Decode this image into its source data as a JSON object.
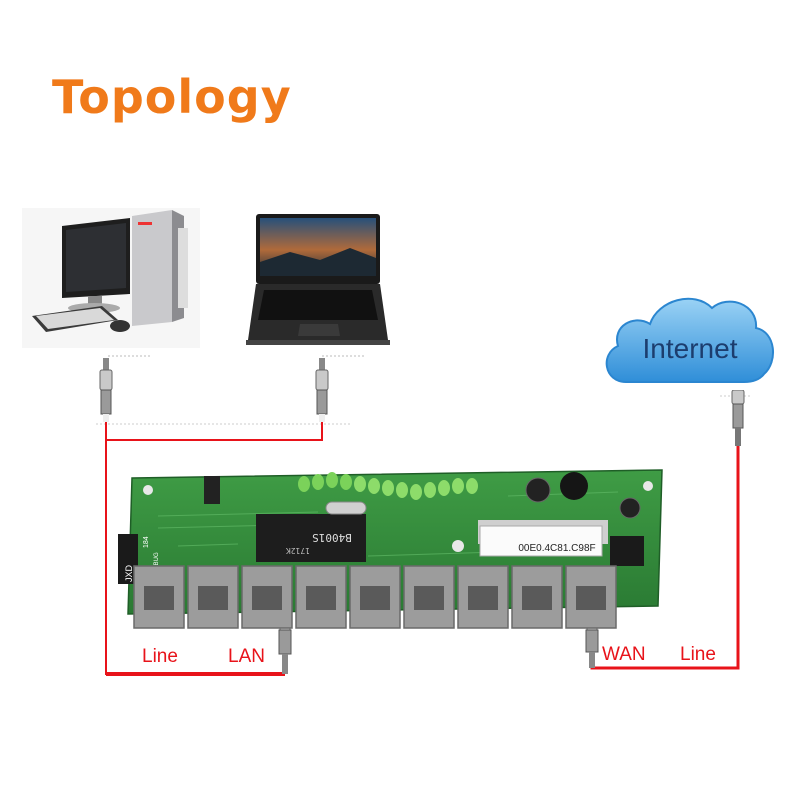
{
  "title": "Topology",
  "cloud": {
    "label": "Internet"
  },
  "board": {
    "mac_label": "00E0.4C81.C98F",
    "chip_label": "B4001S",
    "chip_sub": "1712K",
    "brand": "JXD",
    "side_code": "184",
    "side_code2": "OL10BUG"
  },
  "labels": {
    "line_left": "Line",
    "lan": "LAN",
    "wan": "WAN",
    "line_right": "Line"
  },
  "colors": {
    "title": "#f07a1a",
    "wire": "#e8131a",
    "board": "#2f8a3a",
    "cloud": "#4aa6e6"
  },
  "icons": [
    "desktop-pc-icon",
    "laptop-icon",
    "cloud-icon",
    "rj45-plug-icon",
    "circuit-board-icon"
  ]
}
